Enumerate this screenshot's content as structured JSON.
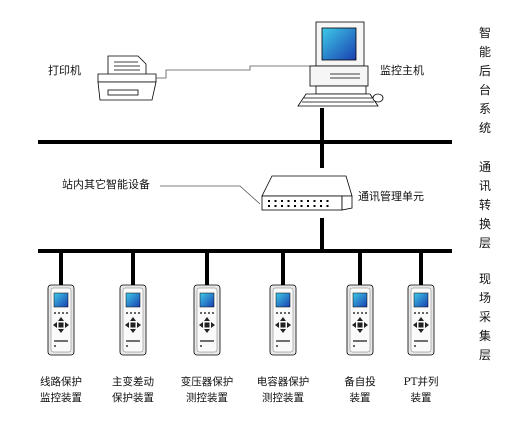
{
  "layers": {
    "top": "智能后台系统",
    "middle": "通讯转换层",
    "bottom": "现场采集层"
  },
  "labels": {
    "printer": "打印机",
    "host": "监控主机",
    "other_devices": "站内其它智能设备",
    "comm_unit": "通讯管理单元"
  },
  "devices": [
    {
      "line1": "线路保护",
      "line2": "监控装置"
    },
    {
      "line1": "主变差动",
      "line2": "保护装置"
    },
    {
      "line1": "变压器保护",
      "line2": "测控装置"
    },
    {
      "line1": "电容器保护",
      "line2": "测控装置"
    },
    {
      "line1": "备自投",
      "line2": "装置"
    },
    {
      "line1": "PT并列",
      "line2": "装置"
    }
  ],
  "colors": {
    "screen": "#1a3fb0",
    "screen_glow": "#3ecbe8",
    "line": "#000000"
  }
}
